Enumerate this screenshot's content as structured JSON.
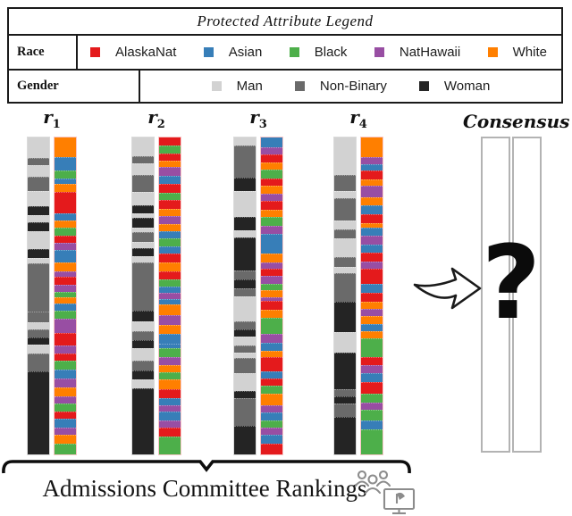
{
  "legend": {
    "title": "Protected Attribute Legend",
    "race": {
      "label": "Race",
      "items": [
        {
          "name": "AlaskaNat",
          "color": "#e41a1c"
        },
        {
          "name": "Asian",
          "color": "#377eb8"
        },
        {
          "name": "Black",
          "color": "#4daf4a"
        },
        {
          "name": "NatHawaii",
          "color": "#984ea3"
        },
        {
          "name": "White",
          "color": "#ff7f00"
        }
      ]
    },
    "gender": {
      "label": "Gender",
      "items": [
        {
          "name": "Man",
          "color": "#d2d2d2"
        },
        {
          "name": "Non-Binary",
          "color": "#6a6a6a"
        },
        {
          "name": "Woman",
          "color": "#262626"
        }
      ]
    }
  },
  "colors": {
    "L": "#d2d2d2",
    "D": "#6a6a6a",
    "K": "#242424",
    "R": "#e41a1c",
    "B": "#377eb8",
    "G": "#4daf4a",
    "P": "#984ea3",
    "O": "#ff7f00"
  },
  "rankings": [
    {
      "id": "r1",
      "label": "r",
      "sub": "1",
      "gender_segments": [
        [
          "L",
          24
        ],
        [
          "D",
          8
        ],
        [
          "L",
          13
        ],
        [
          "D",
          15
        ],
        [
          "L",
          17
        ],
        [
          "K",
          10
        ],
        [
          "L",
          7
        ],
        [
          "K",
          10
        ],
        [
          "L",
          20
        ],
        [
          "K",
          10
        ],
        [
          "L",
          5
        ],
        [
          "D",
          56
        ],
        [
          "D",
          12
        ],
        [
          "L",
          7
        ],
        [
          "D",
          8
        ],
        [
          "K",
          8
        ],
        [
          "L",
          9
        ],
        [
          "D",
          21
        ],
        [
          "K",
          97
        ]
      ],
      "race_segments": [
        [
          "O",
          25
        ],
        [
          "B",
          15
        ],
        [
          "G",
          9
        ],
        [
          "B",
          6
        ],
        [
          "O",
          9
        ],
        [
          "R",
          25
        ],
        [
          "B",
          8
        ],
        [
          "O",
          8
        ],
        [
          "G",
          9
        ],
        [
          "R",
          8
        ],
        [
          "P",
          8
        ],
        [
          "B",
          14
        ],
        [
          "O",
          10
        ],
        [
          "P",
          6
        ],
        [
          "R",
          9
        ],
        [
          "P",
          8
        ],
        [
          "G",
          5
        ],
        [
          "O",
          7
        ],
        [
          "B",
          8
        ],
        [
          "G",
          9
        ],
        [
          "P",
          16
        ],
        [
          "R",
          15
        ],
        [
          "P",
          9
        ],
        [
          "R",
          8
        ],
        [
          "G",
          10
        ],
        [
          "B",
          10
        ],
        [
          "P",
          10
        ],
        [
          "O",
          10
        ],
        [
          "P",
          8
        ],
        [
          "G",
          9
        ],
        [
          "R",
          8
        ],
        [
          "B",
          10
        ],
        [
          "P",
          8
        ],
        [
          "O",
          10
        ],
        [
          "G",
          12
        ]
      ]
    },
    {
      "id": "r2",
      "label": "r",
      "sub": "2",
      "gender_segments": [
        [
          "L",
          22
        ],
        [
          "D",
          8
        ],
        [
          "L",
          13
        ],
        [
          "D",
          19
        ],
        [
          "L",
          15
        ],
        [
          "K",
          8
        ],
        [
          "L",
          5
        ],
        [
          "K",
          10
        ],
        [
          "L",
          5
        ],
        [
          "D",
          10
        ],
        [
          "L",
          7
        ],
        [
          "K",
          8
        ],
        [
          "L",
          7
        ],
        [
          "D",
          56
        ],
        [
          "K",
          12
        ],
        [
          "L",
          10
        ],
        [
          "D",
          10
        ],
        [
          "K",
          8
        ],
        [
          "L",
          14
        ],
        [
          "D",
          11
        ],
        [
          "K",
          10
        ],
        [
          "L",
          9
        ],
        [
          "K",
          78
        ]
      ],
      "race_segments": [
        [
          "R",
          10
        ],
        [
          "G",
          9
        ],
        [
          "R",
          8
        ],
        [
          "O",
          7
        ],
        [
          "P",
          10
        ],
        [
          "B",
          10
        ],
        [
          "R",
          10
        ],
        [
          "G",
          8
        ],
        [
          "R",
          10
        ],
        [
          "O",
          8
        ],
        [
          "P",
          9
        ],
        [
          "O",
          8
        ],
        [
          "B",
          8
        ],
        [
          "G",
          9
        ],
        [
          "B",
          8
        ],
        [
          "R",
          10
        ],
        [
          "O",
          10
        ],
        [
          "R",
          10
        ],
        [
          "G",
          8
        ],
        [
          "B",
          7
        ],
        [
          "P",
          6
        ],
        [
          "B",
          6
        ],
        [
          "O",
          12
        ],
        [
          "P",
          12
        ],
        [
          "O",
          10
        ],
        [
          "B",
          11
        ],
        [
          "B",
          5
        ],
        [
          "G",
          10
        ],
        [
          "P",
          9
        ],
        [
          "O",
          8
        ],
        [
          "G",
          8
        ],
        [
          "O",
          12
        ],
        [
          "R",
          10
        ],
        [
          "B",
          8
        ],
        [
          "P",
          7
        ],
        [
          "B",
          10
        ],
        [
          "P",
          8
        ],
        [
          "R",
          10
        ],
        [
          "G",
          22
        ]
      ]
    },
    {
      "id": "r3",
      "label": "r",
      "sub": "3",
      "gender_segments": [
        [
          "L",
          10
        ],
        [
          "D",
          37
        ],
        [
          "K",
          15
        ],
        [
          "L",
          30
        ],
        [
          "K",
          15
        ],
        [
          "L",
          7
        ],
        [
          "K",
          38
        ],
        [
          "D",
          10
        ],
        [
          "K",
          10
        ],
        [
          "D",
          8
        ],
        [
          "L",
          29
        ],
        [
          "D",
          8
        ],
        [
          "K",
          8
        ],
        [
          "L",
          9
        ],
        [
          "D",
          8
        ],
        [
          "L",
          5
        ],
        [
          "D",
          17
        ],
        [
          "L",
          21
        ],
        [
          "K",
          7
        ],
        [
          "D",
          32
        ],
        [
          "K",
          33
        ]
      ],
      "race_segments": [
        [
          "B",
          12
        ],
        [
          "P",
          8
        ],
        [
          "R",
          9
        ],
        [
          "O",
          8
        ],
        [
          "G",
          10
        ],
        [
          "R",
          8
        ],
        [
          "O",
          9
        ],
        [
          "P",
          8
        ],
        [
          "R",
          10
        ],
        [
          "O",
          8
        ],
        [
          "G",
          10
        ],
        [
          "P",
          9
        ],
        [
          "B",
          23
        ],
        [
          "O",
          10
        ],
        [
          "P",
          7
        ],
        [
          "R",
          8
        ],
        [
          "P",
          8
        ],
        [
          "G",
          7
        ],
        [
          "O",
          8
        ],
        [
          "P",
          4
        ],
        [
          "R",
          10
        ],
        [
          "O",
          8
        ],
        [
          "G",
          20
        ],
        [
          "P",
          10
        ],
        [
          "B",
          8
        ],
        [
          "O",
          7
        ],
        [
          "R",
          17
        ],
        [
          "B",
          8
        ],
        [
          "R",
          8
        ],
        [
          "G",
          9
        ],
        [
          "O",
          13
        ],
        [
          "P",
          8
        ],
        [
          "B",
          9
        ],
        [
          "G",
          8
        ],
        [
          "P",
          8
        ],
        [
          "B",
          9
        ],
        [
          "R",
          13
        ]
      ]
    },
    {
      "id": "r4",
      "label": "r",
      "sub": "4",
      "gender_segments": [
        [
          "L",
          44
        ],
        [
          "D",
          18
        ],
        [
          "L",
          8
        ],
        [
          "D",
          25
        ],
        [
          "L",
          9
        ],
        [
          "D",
          10
        ],
        [
          "L",
          21
        ],
        [
          "D",
          10
        ],
        [
          "L",
          7
        ],
        [
          "D",
          32
        ],
        [
          "K",
          35
        ],
        [
          "L",
          23
        ],
        [
          "K",
          42
        ],
        [
          "D",
          8
        ],
        [
          "K",
          7
        ],
        [
          "D",
          15
        ],
        [
          "K",
          43
        ]
      ],
      "race_segments": [
        [
          "O",
          24
        ],
        [
          "P",
          8
        ],
        [
          "B",
          7
        ],
        [
          "R",
          10
        ],
        [
          "O",
          6
        ],
        [
          "P",
          14
        ],
        [
          "O",
          8
        ],
        [
          "B",
          10
        ],
        [
          "R",
          10
        ],
        [
          "O",
          5
        ],
        [
          "B",
          8
        ],
        [
          "P",
          10
        ],
        [
          "B",
          9
        ],
        [
          "R",
          10
        ],
        [
          "P",
          8
        ],
        [
          "R",
          18
        ],
        [
          "B",
          10
        ],
        [
          "R",
          10
        ],
        [
          "O",
          7
        ],
        [
          "P",
          8
        ],
        [
          "O",
          9
        ],
        [
          "B",
          8
        ],
        [
          "O",
          7
        ],
        [
          "G",
          23
        ],
        [
          "R",
          8
        ],
        [
          "P",
          9
        ],
        [
          "B",
          10
        ],
        [
          "R",
          13
        ],
        [
          "G",
          10
        ],
        [
          "P",
          8
        ],
        [
          "G",
          12
        ],
        [
          "B",
          10
        ],
        [
          "G",
          30
        ]
      ]
    }
  ],
  "consensus": {
    "label": "Consensus",
    "question_mark": "?"
  },
  "footer": {
    "caption": "Admissions Committee Rankings",
    "icons": [
      "committee-people-icon",
      "presentation-screen-icon"
    ]
  }
}
